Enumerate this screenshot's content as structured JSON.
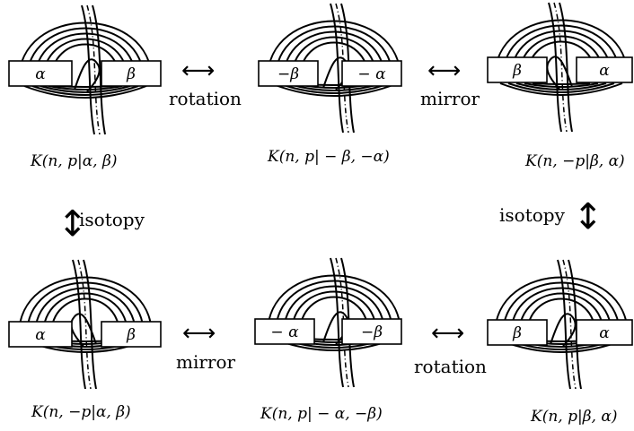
{
  "knots": [
    {
      "id": "k1",
      "left_box": "α",
      "right_box": "β",
      "caption": "K(n, p|α, β)"
    },
    {
      "id": "k2",
      "left_box": "−β",
      "right_box": "− α",
      "caption": "K(n, p| − β, −α)"
    },
    {
      "id": "k3",
      "left_box": "β",
      "right_box": "α",
      "caption": "K(n, −p|β, α)"
    },
    {
      "id": "k4",
      "left_box": "α",
      "right_box": "β",
      "caption": "K(n, −p|α, β)"
    },
    {
      "id": "k5",
      "left_box": "− α",
      "right_box": "−β",
      "caption": "K(n, p| − α, −β)"
    },
    {
      "id": "k6",
      "left_box": "β",
      "right_box": "α",
      "caption": "K(n, p|β, α)"
    }
  ],
  "relations": {
    "top_left": "rotation",
    "top_right": "mirror",
    "left_vertical": "isotopy",
    "right_vertical": "isotopy",
    "bottom_left": "mirror",
    "bottom_right": "rotation"
  },
  "arrows": {
    "horizontal": "⟷",
    "vertical": "↕"
  }
}
